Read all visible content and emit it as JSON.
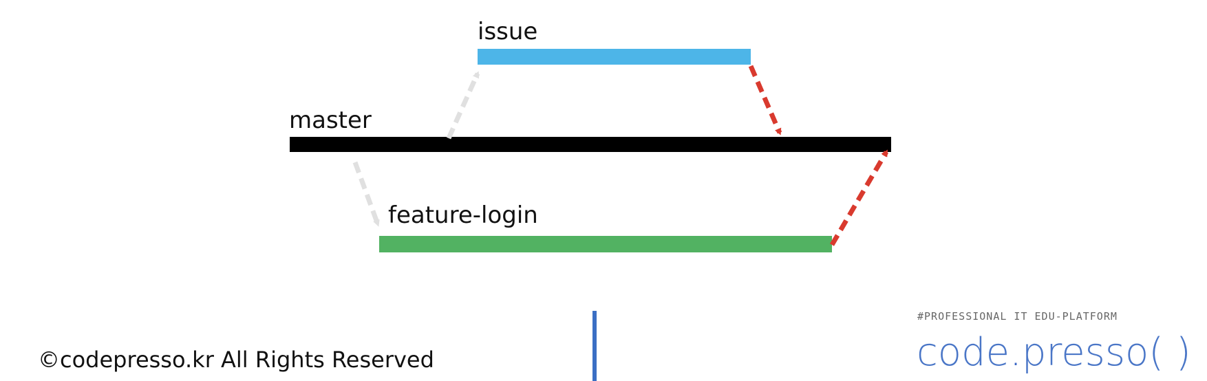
{
  "diagram": {
    "branches": {
      "master": {
        "label": "master",
        "color": "#000000"
      },
      "issue": {
        "label": "issue",
        "color": "#4db5e8"
      },
      "feature": {
        "label": "feature-login",
        "color": "#52b262"
      }
    },
    "arrow_colors": {
      "branch_off": "#e0e0e0",
      "merge": "#d93a2e"
    }
  },
  "footer": {
    "copyright": "©codepresso.kr All Rights Reserved",
    "tagline": "#PROFESSIONAL IT EDU-PLATFORM",
    "logo_part1": "code",
    "logo_dot": ".",
    "logo_part2": "presso( )"
  },
  "colors": {
    "divider": "#3b6fc4",
    "logo": "#4a76c7"
  }
}
